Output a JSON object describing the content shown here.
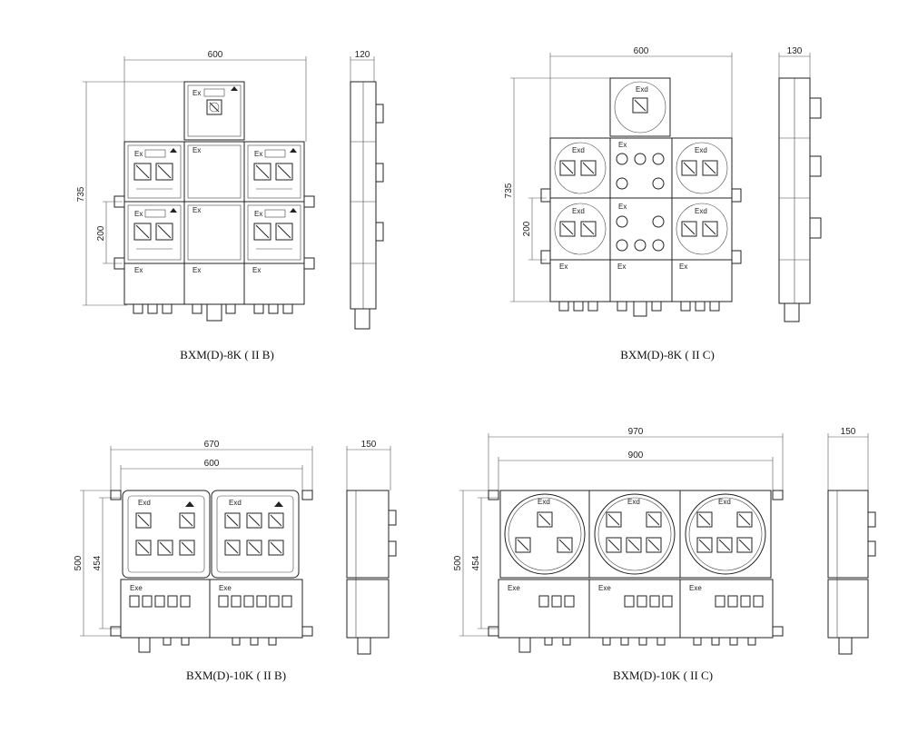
{
  "drawings": [
    {
      "caption": "BXM(D)-8K ( II B)",
      "width_label": "600",
      "height_label": "735",
      "spacing_label": "200",
      "depth_label": "120",
      "enclosure_marks": [
        "Ex",
        "Ex",
        "Ex",
        "Ex",
        "Ex",
        "Ex",
        "Ex",
        "Ex",
        "Ex",
        "Ex"
      ]
    },
    {
      "caption": "BXM(D)-8K ( II C)",
      "width_label": "600",
      "height_label": "735",
      "spacing_label": "200",
      "depth_label": "130",
      "enclosure_marks": [
        "Exd",
        "Exd",
        "Ex",
        "Exd",
        "Exd",
        "Ex",
        "Exd",
        "Ex",
        "Ex",
        "Ex"
      ]
    },
    {
      "caption": "BXM(D)-10K ( II B)",
      "overall_width_label": "670",
      "width_label": "600",
      "height_label": "500",
      "inner_height_label": "454",
      "depth_label": "150",
      "enclosure_marks": [
        "Exd",
        "Exd",
        "Exe",
        "Exe"
      ]
    },
    {
      "caption": "BXM(D)-10K ( II C)",
      "overall_width_label": "970",
      "width_label": "900",
      "height_label": "500",
      "inner_height_label": "454",
      "depth_label": "150",
      "enclosure_marks": [
        "Exd",
        "Exd",
        "Exd",
        "Exe",
        "Exe",
        "Exe"
      ]
    }
  ]
}
